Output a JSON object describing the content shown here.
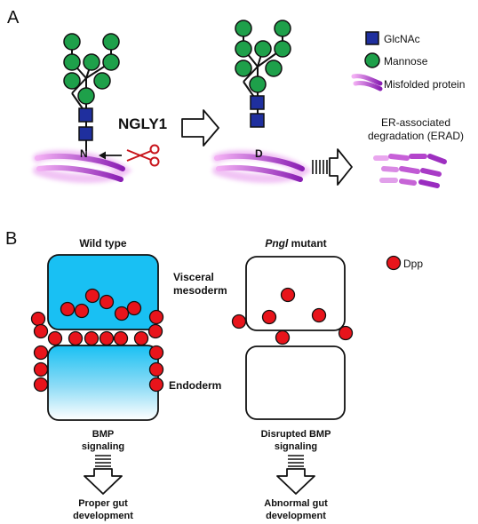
{
  "panels": {
    "a": "A",
    "b": "B"
  },
  "legend": {
    "glcnac": "GlcNAc",
    "mannose": "Mannose",
    "misfolded": "Misfolded protein",
    "dpp": "Dpp"
  },
  "panel_a": {
    "enzyme": "NGLY1",
    "residue_before": "N",
    "residue_after": "D",
    "erad_line1": "ER-associated",
    "erad_line2": "degradation (ERAD)"
  },
  "panel_b": {
    "wild_type_title": "Wild type",
    "mutant_title_italic": "Pngl",
    "mutant_title_rest": " mutant",
    "visceral_line1": "Visceral",
    "visceral_line2": "mesoderm",
    "endoderm": "Endoderm",
    "wt_signal_line1": "BMP",
    "wt_signal_line2": "signaling",
    "mut_signal_line1": "Disrupted BMP",
    "mut_signal_line2": "signaling",
    "wt_outcome_line1": "Proper gut",
    "wt_outcome_line2": "development",
    "mut_outcome_line1": "Abnormal gut",
    "mut_outcome_line2": "development"
  },
  "colors": {
    "glcnac": "#1f2f9e",
    "mannose": "#1ea04a",
    "protein": "#a22fc4",
    "protein_light": "#e07be8",
    "dpp": "#e8141b",
    "mesoderm": "#19c0f3",
    "scissors": "#c8141b"
  },
  "icons": [
    "scissors-icon",
    "arrow-right-icon",
    "arrow-down-icon"
  ]
}
